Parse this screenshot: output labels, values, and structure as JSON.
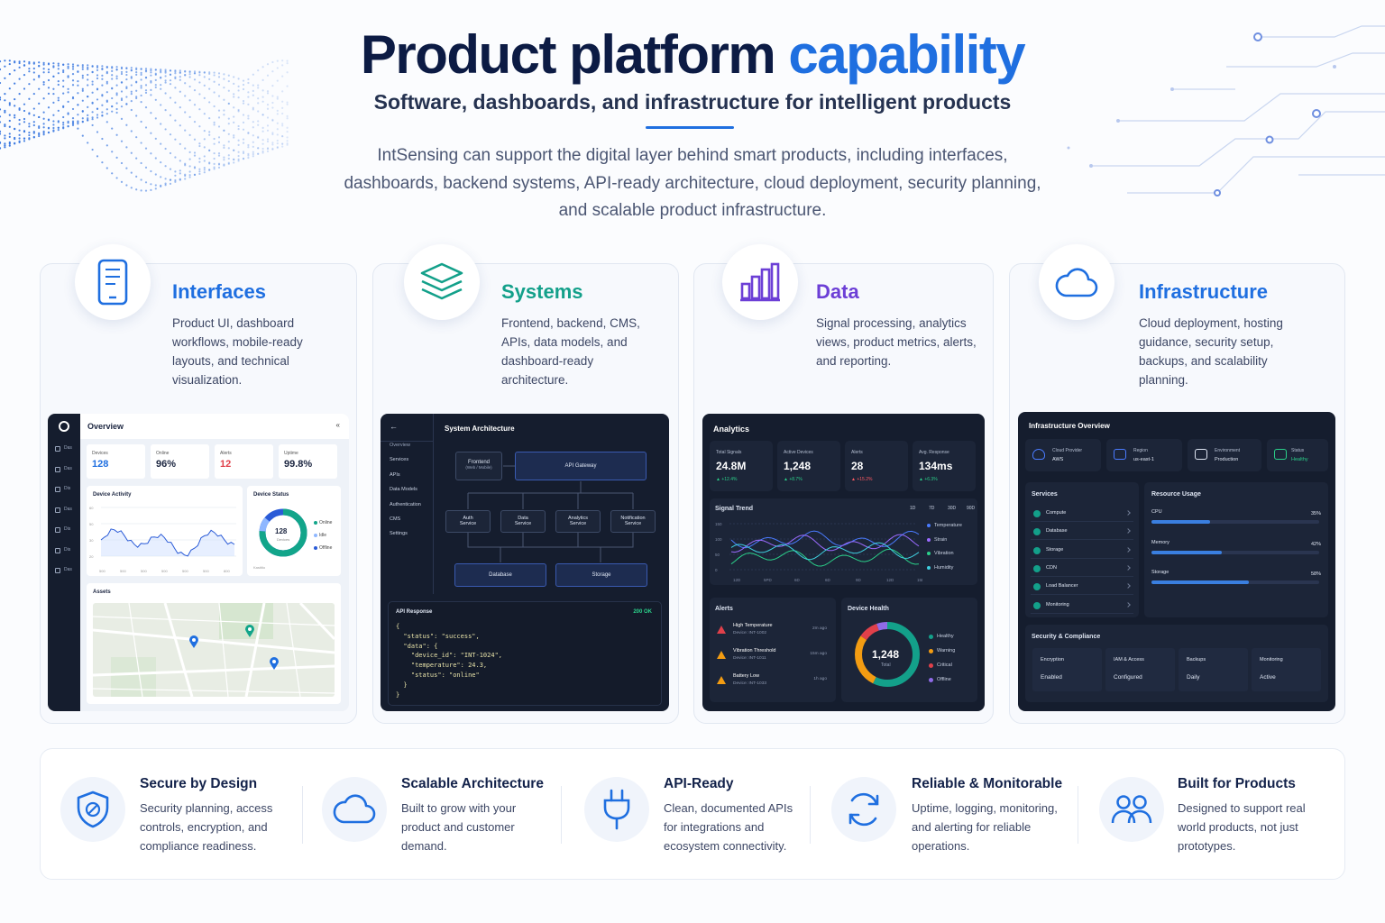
{
  "hero": {
    "title_main": "Product platform",
    "title_accent": "capability",
    "subtitle": "Software, dashboards, and infrastructure for intelligent products",
    "description": "IntSensing can support the digital layer behind smart products, including interfaces, dashboards, backend systems, API-ready architecture, cloud deployment, security planning, and scalable product infrastructure."
  },
  "colors": {
    "accent": "#1f6fe0",
    "systems": "#13a08a",
    "data": "#6c3fd6",
    "navy": "#0c1b44"
  },
  "cards": [
    {
      "title": "Interfaces",
      "icon": "mobile-phone-icon",
      "description": "Product UI, dashboard workflows, mobile-ready layouts, and technical visualization."
    },
    {
      "title": "Systems",
      "icon": "layers-icon",
      "description": "Frontend, backend, CMS, APIs, data models, and dashboard-ready architecture."
    },
    {
      "title": "Data",
      "icon": "bar-chart-icon",
      "description": "Signal processing, analytics views, product metrics, alerts, and reporting."
    },
    {
      "title": "Infrastructure",
      "icon": "cloud-icon",
      "description": "Cloud deployment, hosting guidance, security setup, backups, and scalability planning."
    }
  ],
  "overview": {
    "title": "Overview",
    "collapse": "«",
    "sidebar": [
      "Das",
      "Das",
      "Dis",
      "Das",
      "Dis",
      "Dis",
      "Das"
    ],
    "stats": [
      {
        "label": "Devices",
        "value": "128"
      },
      {
        "label": "Online",
        "value": "96%"
      },
      {
        "label": "Alerts",
        "value": "12"
      },
      {
        "label": "Uptime",
        "value": "99.8%"
      }
    ],
    "activity_title": "Device Activity",
    "activity_x": [
      "500",
      "500",
      "500",
      "500",
      "500",
      "500",
      "800"
    ],
    "activity_y": [
      "60",
      "50",
      "30",
      "20"
    ],
    "status_title": "Device Status",
    "status_value": "128",
    "status_sub": "Devices",
    "status_legend": [
      "Online",
      "Idle",
      "Offline"
    ],
    "status_foot": "Kastitio",
    "assets_title": "Assets"
  },
  "architecture": {
    "title": "System Architecture",
    "back": "←",
    "nav": [
      "Overview",
      "Services",
      "APIs",
      "Data Models",
      "Authentication",
      "CMS",
      "Settings"
    ],
    "frontend": "Frontend",
    "frontend_sub": "(Web / Mobile)",
    "gateway": "API Gateway",
    "services": [
      [
        "Auth",
        "Service"
      ],
      [
        "Data",
        "Service"
      ],
      [
        "Analytics",
        "Service"
      ],
      [
        "Notification",
        "Service"
      ]
    ],
    "database": "Database",
    "storage": "Storage",
    "api_title": "API Response",
    "api_status": "200 OK",
    "code": [
      "{",
      "  \"status\": \"success\",",
      "  \"data\": {",
      "    \"device_id\": \"INT-1024\",",
      "    \"temperature\": 24.3,",
      "    \"status\": \"online\"",
      "  }",
      "}"
    ]
  },
  "analytics": {
    "title": "Analytics",
    "stats": [
      {
        "label": "Total Signals",
        "value": "24.8M",
        "delta": "▲ +12.4%"
      },
      {
        "label": "Active Devices",
        "value": "1,248",
        "delta": "▲ +8.7%"
      },
      {
        "label": "Alerts",
        "value": "28",
        "delta": "▲ +15.2%"
      },
      {
        "label": "Avg. Response",
        "value": "134ms",
        "delta": "▲ +6.3%"
      }
    ],
    "trend_title": "Signal Trend",
    "ranges": [
      "1D",
      "7D",
      "30D",
      "90D"
    ],
    "legend": [
      "Temperature",
      "Strain",
      "Vibration",
      "Humidity"
    ],
    "trend_y": [
      "150",
      "100",
      "50",
      "0"
    ],
    "trend_x": [
      "12D",
      "5PD",
      "6D",
      "6D",
      "9D",
      "12D",
      "15D"
    ],
    "alerts_title": "Alerts",
    "alerts": [
      {
        "title": "High Temperature",
        "device": "Device: INT-1002",
        "time": "2m ago"
      },
      {
        "title": "Vibration Threshold",
        "device": "Device: INT-1011",
        "time": "15m ago"
      },
      {
        "title": "Battery Low",
        "device": "Device: INT-1033",
        "time": "1h ago"
      }
    ],
    "health_title": "Device Health",
    "health_value": "1,248",
    "health_sub": "Total",
    "health_legend": [
      "Healthy",
      "Warning",
      "Critical",
      "Offline"
    ]
  },
  "infra": {
    "title": "Infrastructure Overview",
    "info": [
      {
        "label": "Cloud Provider",
        "value": "AWS"
      },
      {
        "label": "Region",
        "value": "us-east-1"
      },
      {
        "label": "Environment",
        "value": "Production"
      },
      {
        "label": "Status",
        "value": "Healthy"
      }
    ],
    "services_title": "Services",
    "services": [
      "Compute",
      "Database",
      "Storage",
      "CDN",
      "Load Balancer",
      "Monitoring"
    ],
    "resource_title": "Resource Usage",
    "resources": [
      {
        "label": "CPU",
        "value": "35%",
        "fraction": 0.35
      },
      {
        "label": "Memory",
        "value": "42%",
        "fraction": 0.42
      },
      {
        "label": "Storage",
        "value": "58%",
        "fraction": 0.58
      }
    ],
    "security_title": "Security & Compliance",
    "security": [
      {
        "label": "Encryption",
        "value": "Enabled"
      },
      {
        "label": "IAM & Access",
        "value": "Configured"
      },
      {
        "label": "Backups",
        "value": "Daily"
      },
      {
        "label": "Monitoring",
        "value": "Active"
      }
    ]
  },
  "features": [
    {
      "title": "Secure by Design",
      "icon": "shield-icon",
      "description": "Security planning, access controls, encryption, and compliance readiness."
    },
    {
      "title": "Scalable Architecture",
      "icon": "cloud-icon",
      "description": "Built to grow with your product and customer demand."
    },
    {
      "title": "API-Ready",
      "icon": "plug-icon",
      "description": "Clean, documented APIs for integrations and ecosystem connectivity."
    },
    {
      "title": "Reliable & Monitorable",
      "icon": "sync-icon",
      "description": "Uptime, logging, monitoring, and alerting for reliable operations."
    },
    {
      "title": "Built for Products",
      "icon": "users-icon",
      "description": "Designed to support real world products, not just prototypes."
    }
  ]
}
